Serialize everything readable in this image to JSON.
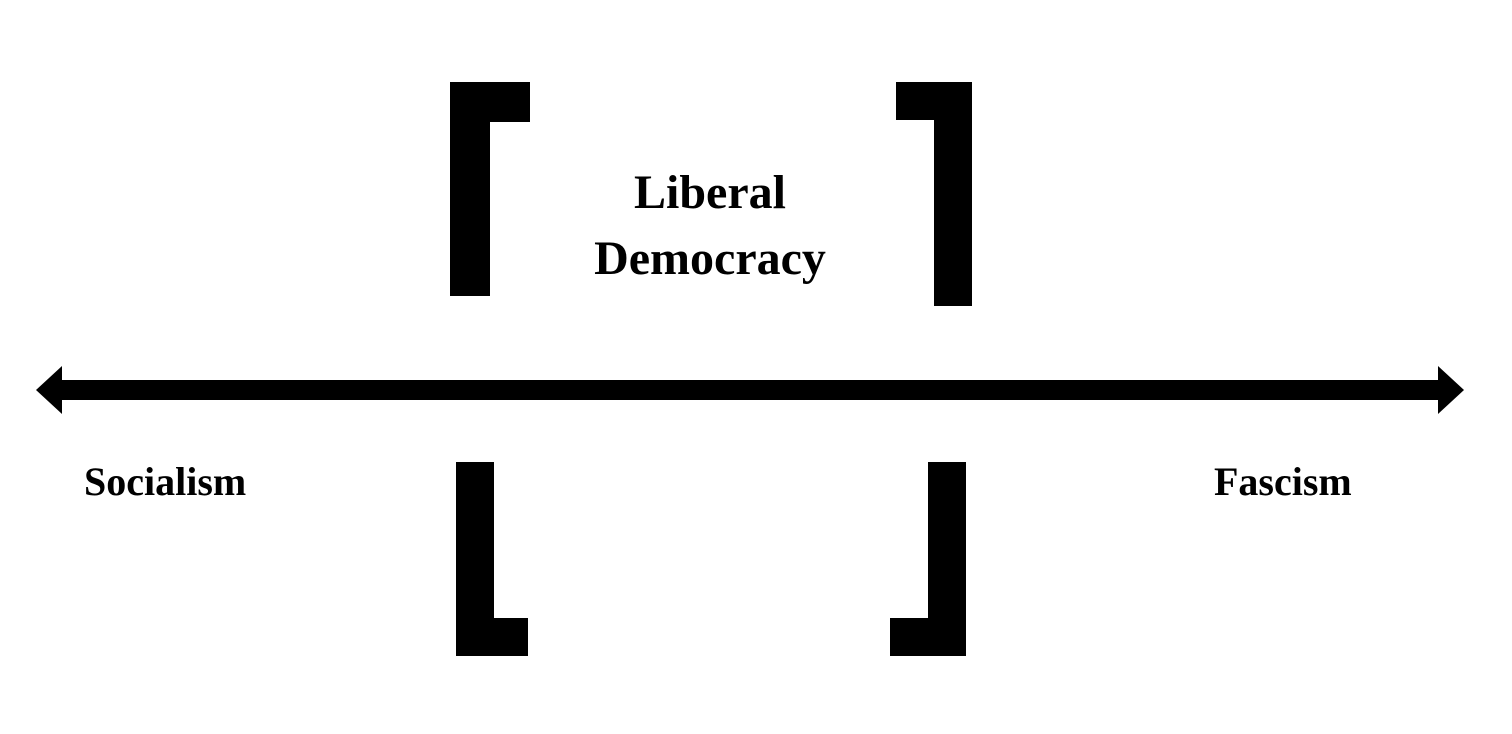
{
  "colors": {
    "ink": "#000000",
    "background": "#ffffff"
  },
  "center": {
    "line1": "Liberal",
    "line2": "Democracy"
  },
  "left_end": {
    "label": "Socialism"
  },
  "right_end": {
    "label": "Fascism"
  }
}
